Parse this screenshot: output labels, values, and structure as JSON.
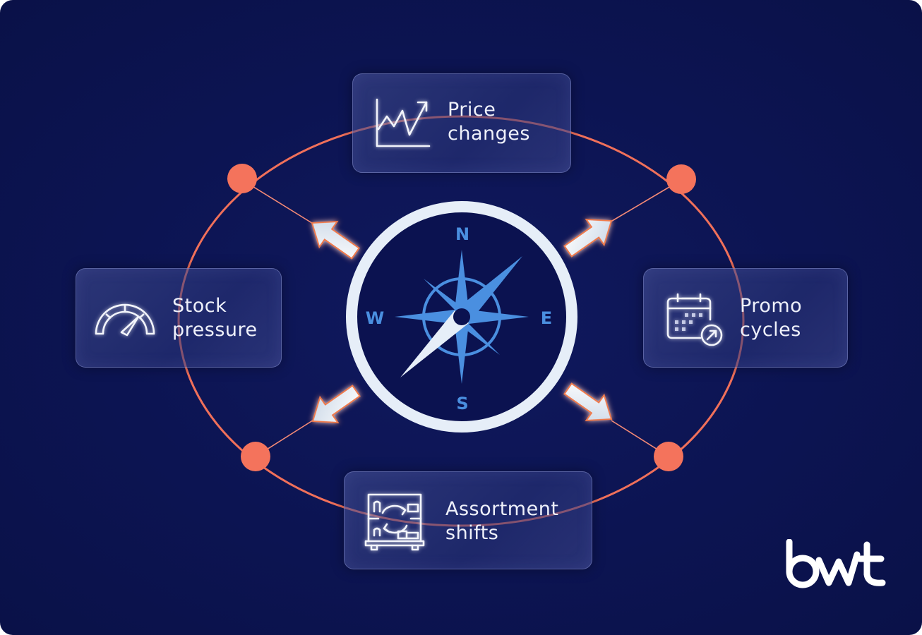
{
  "diagram": {
    "center": {
      "type": "compass",
      "directions": {
        "north": "N",
        "south": "S",
        "east": "E",
        "west": "W"
      }
    },
    "factors": [
      {
        "id": "price",
        "label_line1": "Price",
        "label_line2": "changes",
        "icon": "line-chart-up-icon",
        "position": "top"
      },
      {
        "id": "stock",
        "label_line1": "Stock",
        "label_line2": "pressure",
        "icon": "gauge-icon",
        "position": "left"
      },
      {
        "id": "promo",
        "label_line1": "Promo",
        "label_line2": "cycles",
        "icon": "calendar-arrow-icon",
        "position": "right"
      },
      {
        "id": "assortment",
        "label_line1": "Assortment",
        "label_line2": "shifts",
        "icon": "shelf-rotate-icon",
        "position": "bottom"
      }
    ],
    "colors": {
      "background": "#0c1452",
      "orbit": "#f0705a",
      "node": "#f4735c",
      "compass_blue": "#4a8fe0",
      "compass_ring": "#e6eef8",
      "card_text": "#eef0fa"
    }
  },
  "brand": {
    "logo_text": "bwt"
  }
}
